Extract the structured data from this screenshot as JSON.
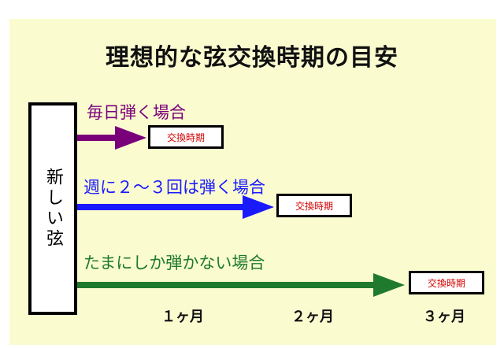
{
  "title": "理想的な弦交換時期の目安",
  "string_label": "新しい弦",
  "cases": [
    {
      "label": "毎日弾く場合",
      "color": "#7a007a",
      "tag": "交換時期"
    },
    {
      "label": "週に２〜３回は弾く場合",
      "color": "#1a1aff",
      "tag": "交換時期"
    },
    {
      "label": "たまにしか弾かない場合",
      "color": "#1f7a2e",
      "tag": "交換時期"
    }
  ],
  "months": [
    "１ヶ月",
    "２ヶ月",
    "３ヶ月"
  ],
  "colors": {
    "panel_bg": "#fbfbd0",
    "tag_text": "#d40000"
  }
}
